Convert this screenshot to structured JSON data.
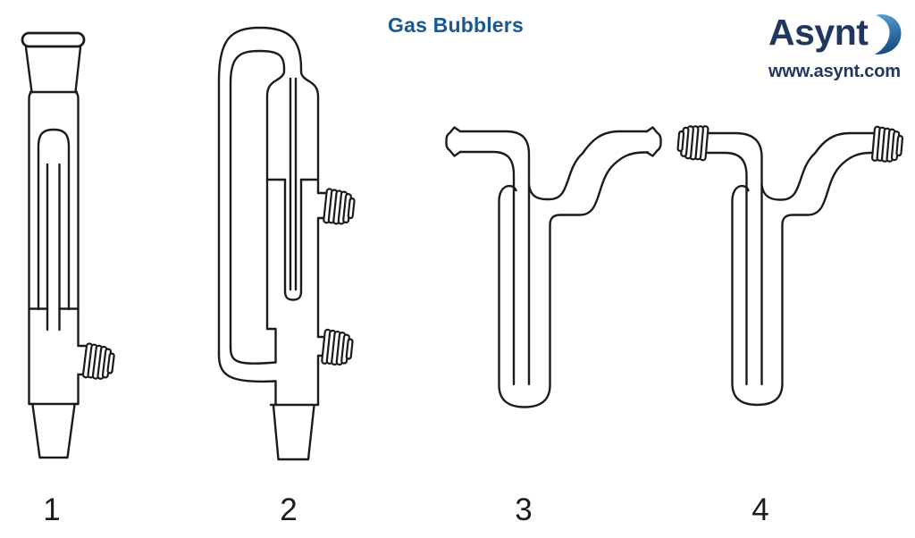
{
  "title": "Gas Bubblers",
  "logo": {
    "brand": "Asynt",
    "website": "www.asynt.com",
    "swoosh_icon": "asynt-swoosh-icon"
  },
  "figures": [
    {
      "label": "1",
      "name": "bubbler-with-socket-and-cone-joints"
    },
    {
      "label": "2",
      "name": "bubbler-with-loop-tube-two-side-arms-and-cone-joint"
    },
    {
      "label": "3",
      "name": "bubbler-with-plain-hose-ends"
    },
    {
      "label": "4",
      "name": "bubbler-with-serrated-hose-connectors"
    }
  ],
  "colors": {
    "background": "#ffffff",
    "ink": "#1b1b1b",
    "title_blue": "#1A5891",
    "brand_navy": "#22375F",
    "swoosh_light": "#55A0D8",
    "swoosh_dark": "#134A82"
  }
}
